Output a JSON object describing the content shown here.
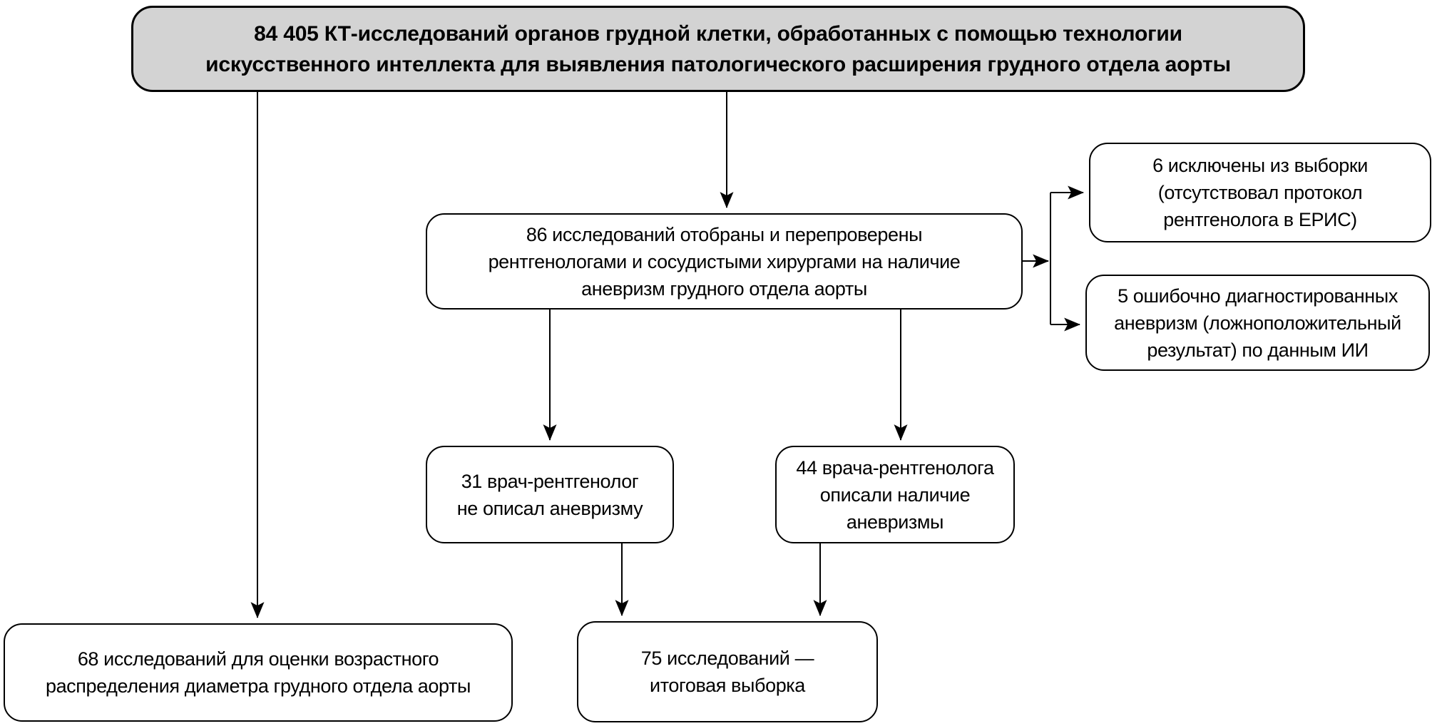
{
  "diagram": {
    "type": "flowchart",
    "language": "ru",
    "colors": {
      "root_box_fill": "#d3d3d3",
      "box_fill": "#ffffff",
      "box_border": "#000000",
      "connector": "#000000"
    }
  },
  "nodes": {
    "total_ct": {
      "count": "84 405",
      "lines": [
        "84 405 КТ-исследований органов грудной клетки, обработанных с помощью технологии",
        "искусственного интеллекта для выявления патологического расширения грудного отдела аорты"
      ]
    },
    "reviewed_86": {
      "count": "86",
      "lines": [
        "86 исследований отобраны и перепроверены",
        "рентгенологами и сосудистыми хирургами на наличие",
        "аневризм грудного отдела аорты"
      ]
    },
    "excluded_6": {
      "count": "6",
      "lines": [
        "6 исключены из выборки",
        "(отсутствовал протокол",
        "рентгенолога в ЕРИС)"
      ]
    },
    "false_positive_5": {
      "count": "5",
      "lines": [
        "5 ошибочно диагностированных",
        "аневризм (ложноположительный",
        "результат) по данным ИИ"
      ]
    },
    "not_described_31": {
      "count": "31",
      "lines": [
        "31 врач-рентгенолог",
        "не описал аневризму"
      ]
    },
    "described_44": {
      "count": "44",
      "lines": [
        "44 врача-рентгенолога",
        "описали наличие",
        "аневризмы"
      ]
    },
    "age_distribution_68": {
      "count": "68",
      "lines": [
        "68 исследований для оценки возрастного",
        "распределения диаметра грудного отдела аорты"
      ]
    },
    "final_sample_75": {
      "count": "75",
      "lines": [
        "75 исследований —",
        "итоговая выборка"
      ]
    }
  }
}
